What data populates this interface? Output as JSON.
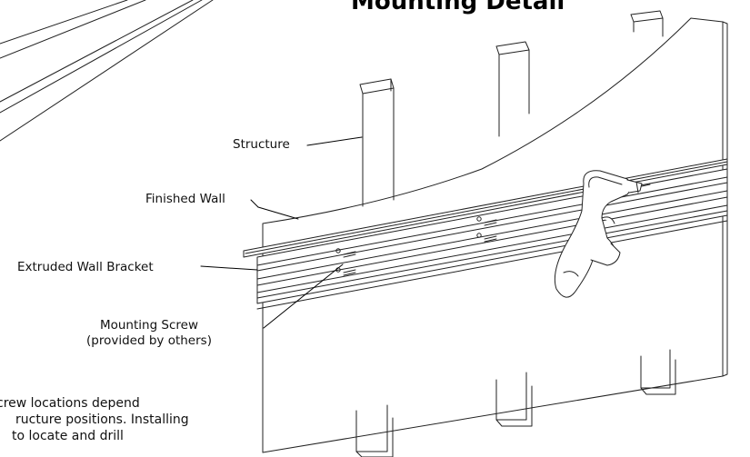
{
  "title": "Mounting Detail",
  "labels": {
    "structure": "Structure",
    "finished_wall": "Finished Wall",
    "wall_bracket": "Extruded Wall Bracket",
    "screw_line1": "Mounting Screw",
    "screw_line2": "(provided by others)"
  },
  "note": {
    "line1": "crew locations depend",
    "line2": "ructure positions. Installing",
    "line3": "to locate and drill"
  }
}
